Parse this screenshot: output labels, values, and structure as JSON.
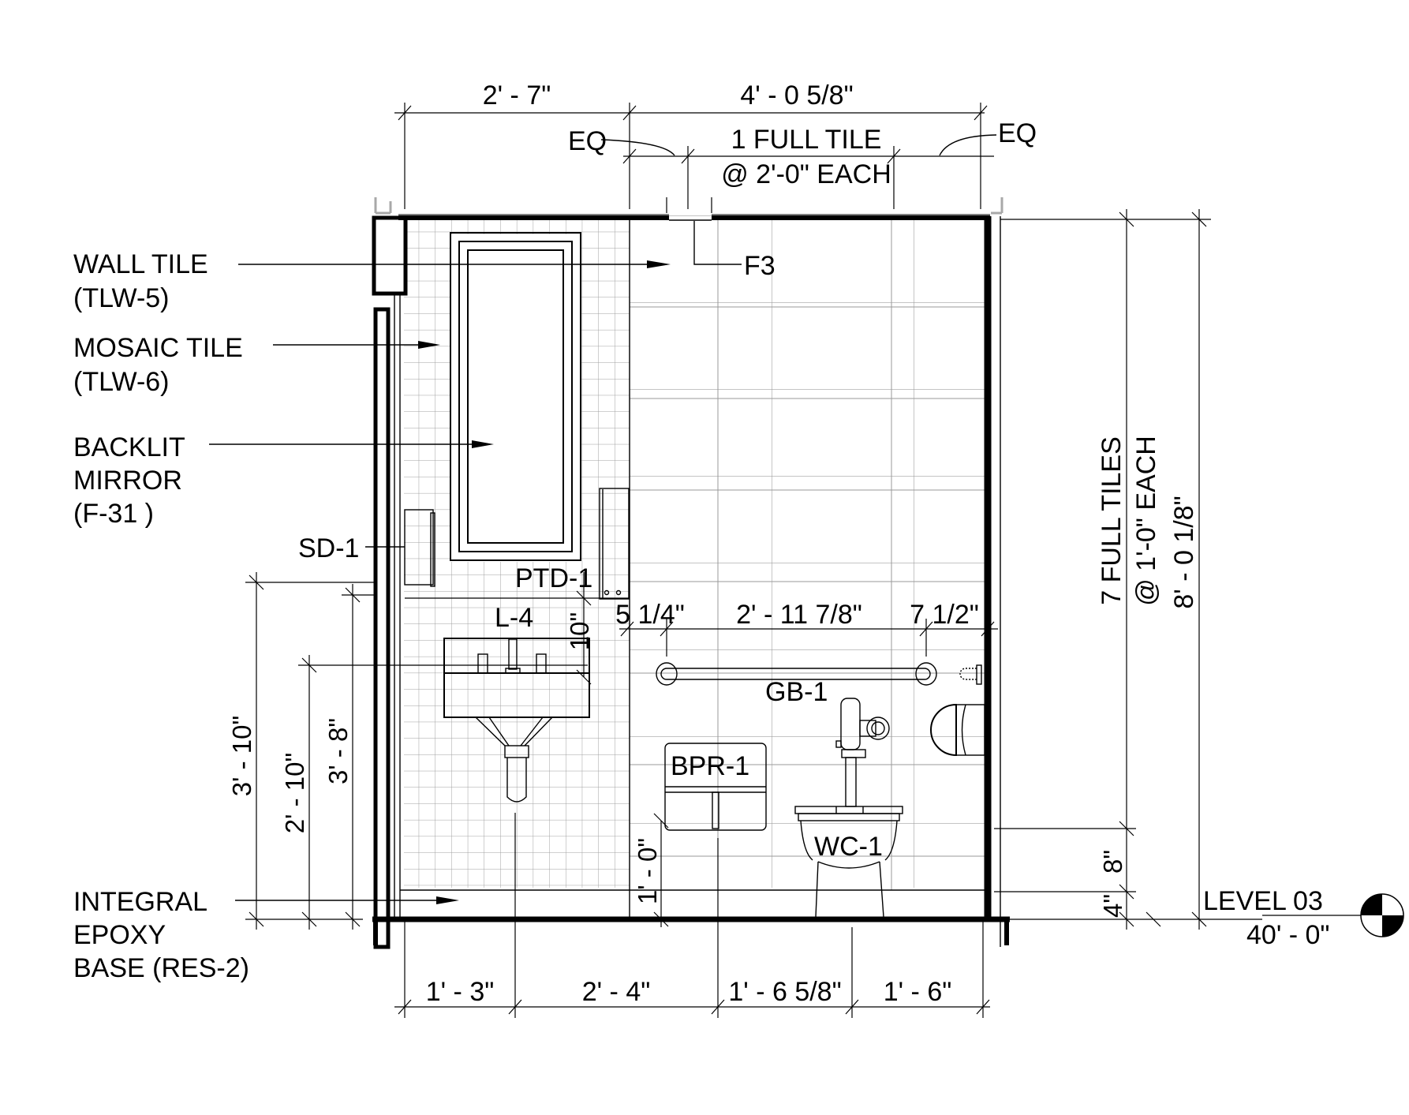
{
  "drawing": {
    "type": "interior elevation",
    "subject": "restroom wall elevation",
    "colors": {
      "line": "#000000",
      "tile_grid": "#9a9a9a",
      "background": "#ffffff"
    }
  },
  "top_dimensions": {
    "left_segment": "2' - 7\"",
    "right_segment": "4' - 0 5/8\"",
    "eq_left": "EQ",
    "eq_right": "EQ",
    "tile_note_line1": "1 FULL TILE",
    "tile_note_line2": "@ 2'-0\" EACH"
  },
  "callouts": {
    "wall_tile": {
      "line1": "WALL TILE",
      "line2": "(TLW-5)"
    },
    "mosaic_tile": {
      "line1": "MOSAIC TILE",
      "line2": "(TLW-6)"
    },
    "backlit_mirror": {
      "line1": "BACKLIT",
      "line2": "MIRROR",
      "line3": "(F-31 )"
    },
    "soap_dispenser": "SD-1",
    "paper_towel_dispenser": "PTD-1",
    "lavatory": "L-4",
    "grab_bar": "GB-1",
    "baby_changing": "BPR-1",
    "water_closet": "WC-1",
    "f3": "F3",
    "base": {
      "line1": "INTEGRAL",
      "line2": "EPOXY",
      "line3": "BASE (RES-2)"
    }
  },
  "left_dimensions": {
    "d1": "3' - 10\"",
    "d2": "2' - 10\"",
    "d3": "3' - 8\""
  },
  "fixture_dimensions": {
    "lav_offset": "10\"",
    "gb_left": "5 1/4\"",
    "gb_length": "2' - 11 7/8\"",
    "gb_right": "7 1/2\"",
    "bpr_height": "1' - 0\""
  },
  "right_dimensions": {
    "tile_note_line1": "7 FULL TILES",
    "tile_note_line2": "@ 1'-0\" EACH",
    "overall_height": "8' - 0 1/8\"",
    "base_4": "4\"",
    "base_8": "8\""
  },
  "bottom_dimensions": [
    "1' - 3\"",
    "2' - 4\"",
    "1' - 6 5/8\"",
    "1' - 6\""
  ],
  "level_marker": {
    "name": "LEVEL 03",
    "elevation": "40' - 0\""
  }
}
